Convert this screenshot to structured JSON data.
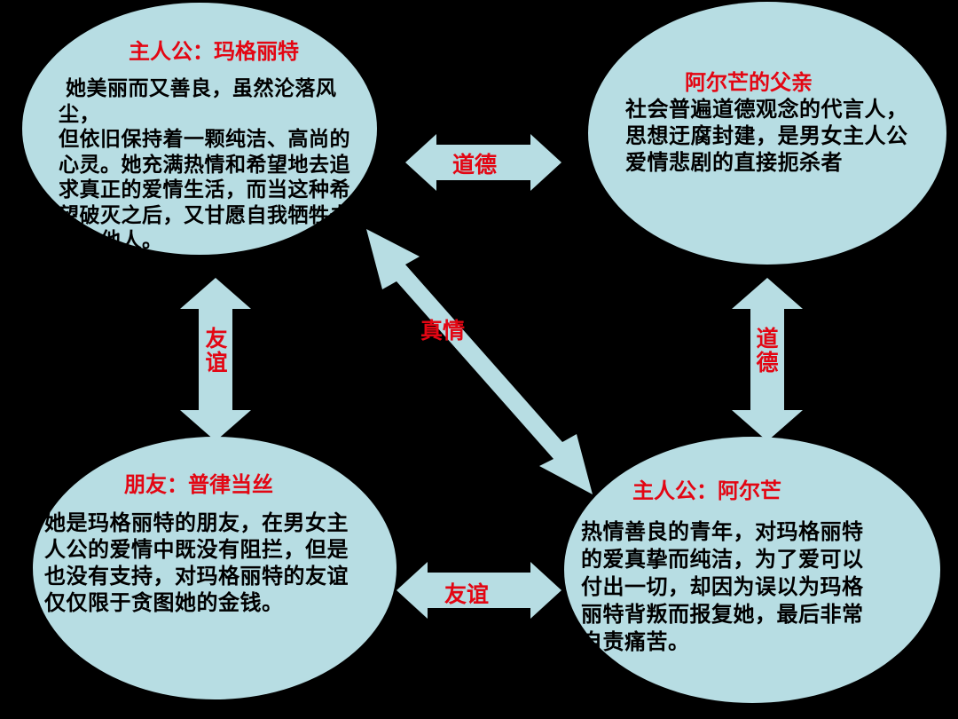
{
  "nodes": {
    "margaret": {
      "title": "主人公：玛格丽特",
      "text": "她美丽而又善良，虽然沦落风尘，\n但依旧保持着一颗纯洁、高尚的\n心灵。她充满热情和希望地去追\n求真正的爱情生活，而当这种希\n望破灭之后，又甘愿自我牺牲去\n成全他人。"
    },
    "armand_father": {
      "title": "阿尔芒的父亲",
      "text": "社会普遍道德观念的代言人，\n思想迂腐封建，是男女主人公\n爱情悲剧的直接扼杀者"
    },
    "prudence": {
      "title": "朋友：普律当丝",
      "text": "她是玛格丽特的朋友，在男女主\n人公的爱情中既没有阻拦，但是\n也没有支持，对玛格丽特的友谊\n仅仅限于贪图她的金钱。"
    },
    "armand": {
      "title": "主人公：阿尔芒",
      "text": "热情善良的青年，对玛格丽特\n的爱真挚而纯洁，为了爱可以\n付出一切，却因为误以为玛格\n丽特背叛而报复她，最后非常\n自责痛苦。"
    }
  },
  "relations": {
    "top": "道德",
    "left": "友谊",
    "diagonal": "真情",
    "right": "道德",
    "bottom": "友谊"
  },
  "colors": {
    "background": "#000000",
    "node_fill": "#b7dde3",
    "title_text": "#e30613",
    "body_text": "#000000"
  }
}
